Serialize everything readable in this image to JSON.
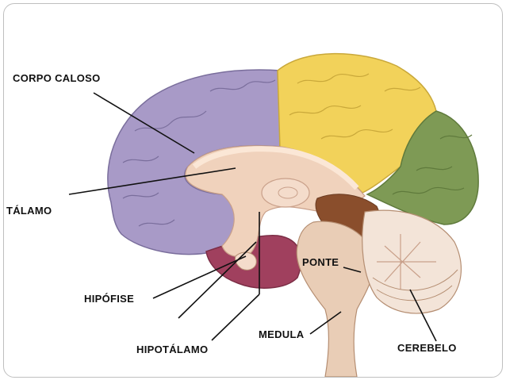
{
  "diagram": {
    "labels": {
      "corpo_caloso": "CORPO CALOSO",
      "talamo": "TÁLAMO",
      "hipofise": "HIPÓFISE",
      "hipotalamo": "HIPOTÁLAMO",
      "ponte": "PONTE",
      "medula": "MEDULA",
      "cerebelo": "CEREBELO"
    },
    "colors": {
      "parietal_lobe": "#f2d25a",
      "occipital_lobe": "#7e9a55",
      "frontal_lobe": "#a89ac7",
      "temporal_lobe": "#a0405e",
      "inner_structures": "#f0d2bc",
      "brainstem": "#e9cdb6",
      "cerebellum": "#f3e4d8",
      "leader_lines": "#111111"
    }
  }
}
